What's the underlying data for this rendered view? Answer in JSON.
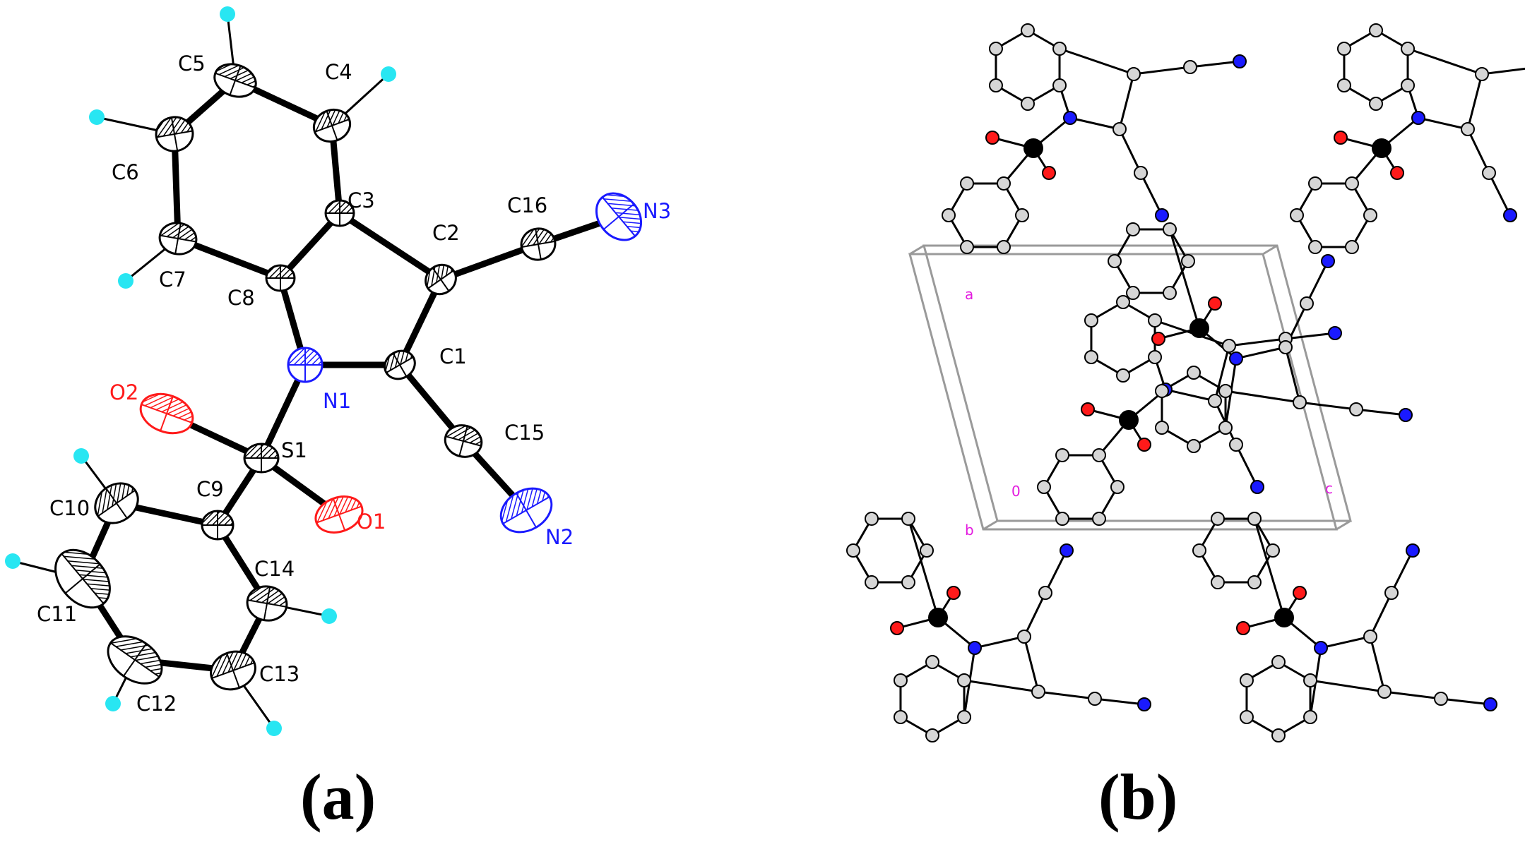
{
  "figure": {
    "panels": [
      {
        "id": "a",
        "caption": "(a)"
      },
      {
        "id": "b",
        "caption": "(b)"
      }
    ]
  },
  "colors": {
    "carbon": "#000000",
    "nitrogen": "#1a1aff",
    "oxygen": "#ff1a1a",
    "hydrogen": "#28e6f2",
    "axis": "#e31adf",
    "cell": "#9a9a9a",
    "packing_atom": "#d6d6d6"
  },
  "molecule": {
    "atoms": [
      {
        "id": "C1",
        "label": "C1",
        "element": "C"
      },
      {
        "id": "C2",
        "label": "C2",
        "element": "C"
      },
      {
        "id": "C3",
        "label": "C3",
        "element": "C"
      },
      {
        "id": "C4",
        "label": "C4",
        "element": "C"
      },
      {
        "id": "C5",
        "label": "C5",
        "element": "C"
      },
      {
        "id": "C6",
        "label": "C6",
        "element": "C"
      },
      {
        "id": "C7",
        "label": "C7",
        "element": "C"
      },
      {
        "id": "C8",
        "label": "C8",
        "element": "C"
      },
      {
        "id": "C9",
        "label": "C9",
        "element": "C"
      },
      {
        "id": "C10",
        "label": "C10",
        "element": "C"
      },
      {
        "id": "C11",
        "label": "C11",
        "element": "C"
      },
      {
        "id": "C12",
        "label": "C12",
        "element": "C"
      },
      {
        "id": "C13",
        "label": "C13",
        "element": "C"
      },
      {
        "id": "C14",
        "label": "C14",
        "element": "C"
      },
      {
        "id": "C15",
        "label": "C15",
        "element": "C"
      },
      {
        "id": "C16",
        "label": "C16",
        "element": "C"
      },
      {
        "id": "N1",
        "label": "N1",
        "element": "N"
      },
      {
        "id": "N2",
        "label": "N2",
        "element": "N"
      },
      {
        "id": "N3",
        "label": "N3",
        "element": "N"
      },
      {
        "id": "O1",
        "label": "O1",
        "element": "O"
      },
      {
        "id": "O2",
        "label": "O2",
        "element": "O"
      },
      {
        "id": "S1",
        "label": "S1",
        "element": "S"
      }
    ],
    "bonds": [
      [
        "C1",
        "C2"
      ],
      [
        "C2",
        "C3"
      ],
      [
        "C3",
        "C8"
      ],
      [
        "C8",
        "N1"
      ],
      [
        "N1",
        "C1"
      ],
      [
        "C3",
        "C4"
      ],
      [
        "C4",
        "C5"
      ],
      [
        "C5",
        "C6"
      ],
      [
        "C6",
        "C7"
      ],
      [
        "C7",
        "C8"
      ],
      [
        "C2",
        "C16"
      ],
      [
        "C16",
        "N3"
      ],
      [
        "C1",
        "C15"
      ],
      [
        "C15",
        "N2"
      ],
      [
        "N1",
        "S1"
      ],
      [
        "S1",
        "O1"
      ],
      [
        "S1",
        "O2"
      ],
      [
        "S1",
        "C9"
      ],
      [
        "C9",
        "C10"
      ],
      [
        "C10",
        "C11"
      ],
      [
        "C11",
        "C12"
      ],
      [
        "C12",
        "C13"
      ],
      [
        "C13",
        "C14"
      ],
      [
        "C14",
        "C9"
      ],
      [
        "C4",
        "H4"
      ],
      [
        "C5",
        "H5"
      ],
      [
        "C6",
        "H6"
      ],
      [
        "C7",
        "H7"
      ],
      [
        "C10",
        "H10"
      ],
      [
        "C11",
        "H11"
      ],
      [
        "C12",
        "H12"
      ],
      [
        "C13",
        "H13"
      ],
      [
        "C14",
        "H14"
      ]
    ]
  },
  "unit_cell": {
    "axes": [
      {
        "id": "origin",
        "label": "0"
      },
      {
        "id": "a",
        "label": "a"
      },
      {
        "id": "b",
        "label": "b"
      },
      {
        "id": "c",
        "label": "c"
      }
    ]
  }
}
